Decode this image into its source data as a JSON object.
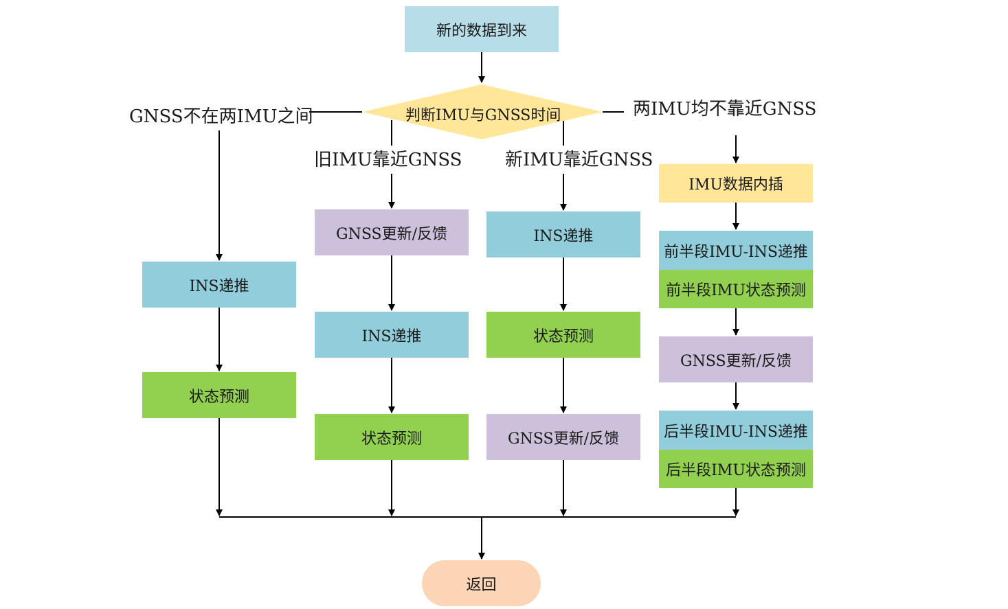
{
  "nodes": {
    "start": "新的数据到来",
    "decision": "判断IMU与GNSS时间",
    "b1_ins": "INS递推",
    "b1_pred": "状态预测",
    "b2_gnss": "GNSS更新/反馈",
    "b2_ins": "INS递推",
    "b2_pred": "状态预测",
    "b3_ins": "INS递推",
    "b3_pred": "状态预测",
    "b3_gnss": "GNSS更新/反馈",
    "b4_interp": "IMU数据内插",
    "b4_first_ins": "前半段IMU-INS递推",
    "b4_first_pred": "前半段IMU状态预测",
    "b4_gnss": "GNSS更新/反馈",
    "b4_second_ins": "后半段IMU-INS递推",
    "b4_second_pred": "后半段IMU状态预测",
    "end": "返回"
  },
  "branch_labels": {
    "left": "GNSS不在两IMU之间",
    "old": "旧IMU靠近GNSS",
    "new": "新IMU靠近GNSS",
    "right": "两IMU均不靠近GNSS"
  },
  "colors": {
    "ins": "#92cddc",
    "start": "#b7dee8",
    "gnss": "#ccc0da",
    "predict": "#92d050",
    "decision": "#ffe699",
    "end": "#fbd5b5"
  }
}
